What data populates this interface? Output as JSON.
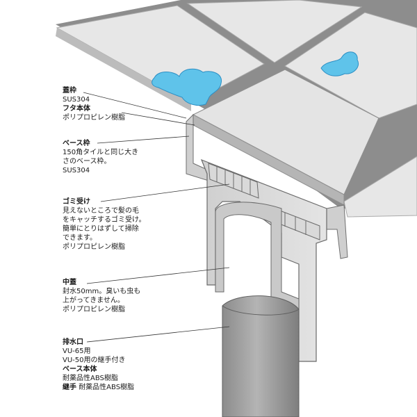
{
  "labels": {
    "lid_frame": {
      "heading": "蓋枠",
      "lines": [
        "SUS304"
      ]
    },
    "lid_body": {
      "heading": "フタ本体",
      "lines": [
        "ポリプロピレン樹脂"
      ]
    },
    "base_frame": {
      "heading": "ベース枠",
      "lines": [
        "150角タイルと同じ大き",
        "さのベース枠。",
        "SUS304"
      ]
    },
    "trap": {
      "heading": "ゴミ受け",
      "lines": [
        "見えないところで髪の毛",
        "をキャッチするゴミ受け。",
        "簡単にとりはずして掃除",
        "できます。",
        "ポリプロピレン樹脂"
      ]
    },
    "inner_lid": {
      "heading": "中蓋",
      "lines": [
        "封水50mm。臭いも虫も",
        "上がってきません。",
        "ポリプロピレン樹脂"
      ]
    },
    "outlet": {
      "heading": "排水口",
      "lines": [
        "VU-65用",
        "VU-50用の継手付き"
      ]
    },
    "base_body": {
      "heading": "ベース本体",
      "lines": [
        "耐薬品性ABS樹脂"
      ]
    },
    "joint": {
      "heading": "継手",
      "text": "耐薬品性ABS樹脂"
    }
  },
  "colors": {
    "tile": "#e6e6e6",
    "tile_edge": "#bdbdbd",
    "grout": "#8a8a8a",
    "pipe": "#9a9a9a",
    "water": "#5fc3ea",
    "line": "#333333"
  }
}
